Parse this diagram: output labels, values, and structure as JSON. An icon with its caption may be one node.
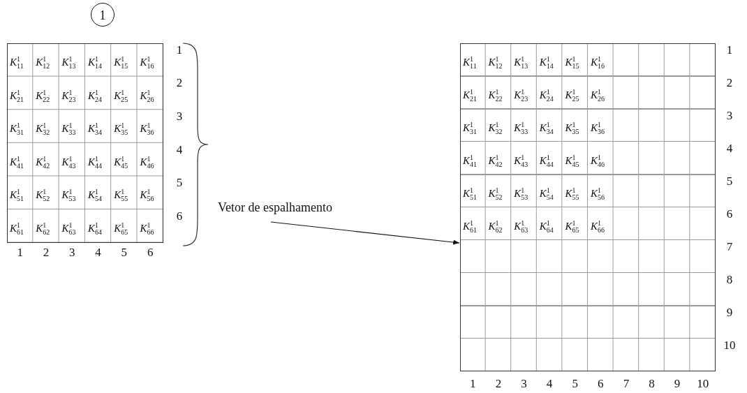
{
  "diagram": {
    "nodes": [
      {
        "text": [
          "1"
        ]
      },
      {
        "text": [
          "Vetor de espalhamento"
        ]
      },
      {
        "text": [],
        "shape": "box"
      }
    ],
    "edges": [
      {
        "from": 1,
        "to": 2,
        "arrow": "to"
      }
    ],
    "labels": [
      "*K*$^{1}$$_{11}$",
      "*K*$^{1}$$_{12}$",
      "*K*$^{1}$$_{13}$",
      "*K*$^{1}$$_{14}$",
      "*K*$^{1}$$_{15}$",
      "*K*$^{1}$$_{16}$",
      "*K*$^{1}$$_{21}$",
      "*K*$^{1}$$_{22}$",
      "*K*$^{1}$$_{23}$",
      "*K*$^{1}$$_{24}$",
      "*K*$^{1}$$_{25}$",
      "*K*$^{1}$$_{26}$",
      "*K*$^{1}$$_{31}$",
      "*K*$^{1}$$_{32}$",
      "*K*$^{1}$$_{33}$",
      "*K*$^{1}$$_{34}$",
      "*K*$^{1}$$_{35}$",
      "*K*$^{1}$$_{36}$",
      "*K*$^{1}$$_{41}$",
      "*K*$^{1}$$_{42}$",
      "*K*$^{1}$$_{43}$",
      "*K*$^{1}$$_{44}$",
      "*K*$^{1}$$_{45}$",
      "*K*$^{1}$$_{46}$",
      "*K*$^{1}$$_{51}$",
      "*K*$^{1}$$_{52}$",
      "*K*$^{1}$$_{53}$",
      "*K*$^{1}$$_{54}$",
      "*K*$^{1}$$_{55}$",
      "*K*$^{1}$$_{56}$",
      "*K*$^{1}$$_{61}$",
      "*K*$^{1}$$_{62}$",
      "*K*$^{1}$$_{63}$",
      "*K*$^{1}$$_{64}$",
      "*K*$^{1}$$_{65}$",
      "*K*$^{1}$$_{66}$",
      "1",
      "2",
      "3",
      "4",
      "5",
      "6",
      "1",
      "2",
      "3",
      "4",
      "5",
      "6",
      "*K*$^{1}$$_{11}$",
      "*K*$^{1}$$_{12}$",
      "*K*$^{1}$$_{13}$",
      "*K*$^{1}$$_{14}$",
      "*K*$^{1}$$_{15}$",
      "*K*$^{1}$$_{16}$",
      "*K*$^{1}$$_{21}$",
      "*K*$^{1}$$_{22}$",
      "*K*$^{1}$$_{23}$",
      "*K*$^{1}$$_{24}$",
      "*K*$^{1}$$_{25}$",
      "*K*$^{1}$$_{26}$",
      "*K*$^{1}$$_{31}$",
      "*K*$^{1}$$_{32}$",
      "*K*$^{1}$$_{33}$",
      "*K*$^{1}$$_{34}$",
      "*K*$^{1}$$_{35}$",
      "*K*$^{1}$$_{36}$",
      "*K*$^{1}$$_{41}$",
      "*K*$^{1}$$_{42}$",
      "*K*$^{1}$$_{43}$",
      "*K*$^{1}$$_{44}$",
      "*K*$^{1}$$_{45}$",
      "*K*$^{1}$$_{46}$",
      "*K*$^{1}$$_{51}$",
      "*K*$^{1}$$_{52}$",
      "*K*$^{1}$$_{53}$",
      "*K*$^{1}$$_{54}$",
      "*K*$^{1}$$_{55}$",
      "*K*$^{1}$$_{56}$",
      "*K*$^{1}$$_{61}$",
      "*K*$^{1}$$_{62}$",
      "*K*$^{1}$$_{63}$",
      "*K*$^{1}$$_{64}$",
      "*K*$^{1}$$_{65}$",
      "*K*$^{1}$$_{66}$",
      "1",
      "2",
      "3",
      "4",
      "5",
      "6",
      "7",
      "8",
      "9",
      "10",
      "1",
      "2",
      "3",
      "4",
      "5",
      "6",
      "7",
      "8",
      "9",
      "10"
    ]
  }
}
